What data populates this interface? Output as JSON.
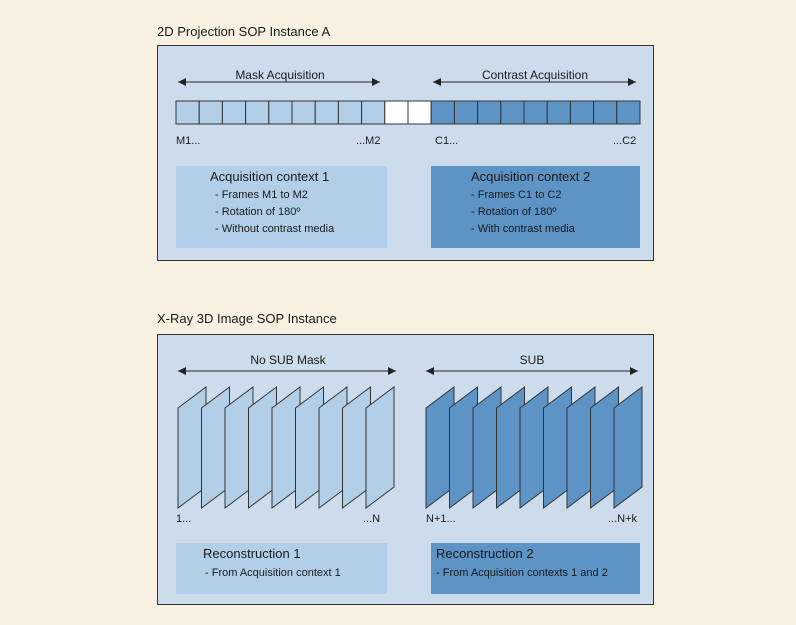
{
  "top": {
    "title": "2D Projection SOP Instance A",
    "left_arrow_label": "Mask Acquisition",
    "right_arrow_label": "Contrast Acquisition",
    "mask_start": "M1...",
    "mask_end": "...M2",
    "contrast_start": "C1...",
    "contrast_end": "...C2",
    "context1": {
      "title": "Acquisition context 1",
      "lines": [
        "- Frames M1 to M2",
        "- Rotation of 180º",
        "- Without contrast media"
      ]
    },
    "context2": {
      "title": "Acquisition context 2",
      "lines": [
        "- Frames C1 to C2",
        "- Rotation of 180º",
        "- With contrast media"
      ]
    }
  },
  "bottom": {
    "title": "X-Ray 3D Image SOP Instance",
    "left_arrow_label": "No SUB Mask",
    "right_arrow_label": "SUB",
    "left_start": "1...",
    "left_end": "...N",
    "right_start": "N+1...",
    "right_end": "...N+k",
    "recon1": {
      "title": "Reconstruction 1",
      "line": "- From Acquisition context 1"
    },
    "recon2": {
      "title": "Reconstruction 2",
      "line": "- From Acquisition contexts 1 and 2"
    }
  },
  "colors": {
    "light_blue": "#b3cfe8",
    "dark_blue": "#5e93c6",
    "panel": "#ccdcec",
    "background": "#f8f1e2"
  }
}
